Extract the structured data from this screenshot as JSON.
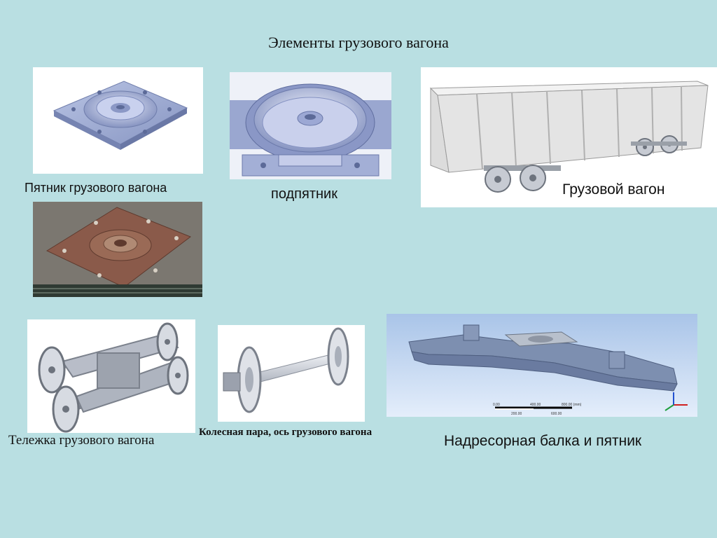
{
  "slide": {
    "title": "Элементы грузового вагона",
    "captions": {
      "pyatnik": "Пятник грузового вагона",
      "podpyatnik": "подпятник",
      "vagon": "Грузовой вагон",
      "telezhka": "Тележка грузового вагона",
      "kolesnaya_para": "Колесная пара, ось грузового вагона",
      "balka": "Надресорная балка и пятник"
    },
    "scale_bar": {
      "top_labels": [
        "0.00",
        "400.00",
        "800.00 (mm)"
      ],
      "bottom_labels": [
        "200.00",
        "600.00"
      ]
    }
  },
  "colors": {
    "background": "#b9dfe2",
    "steel": "#a9b6d6",
    "rust": "#8a5a4a",
    "cad_bg": "#c8daf2"
  }
}
